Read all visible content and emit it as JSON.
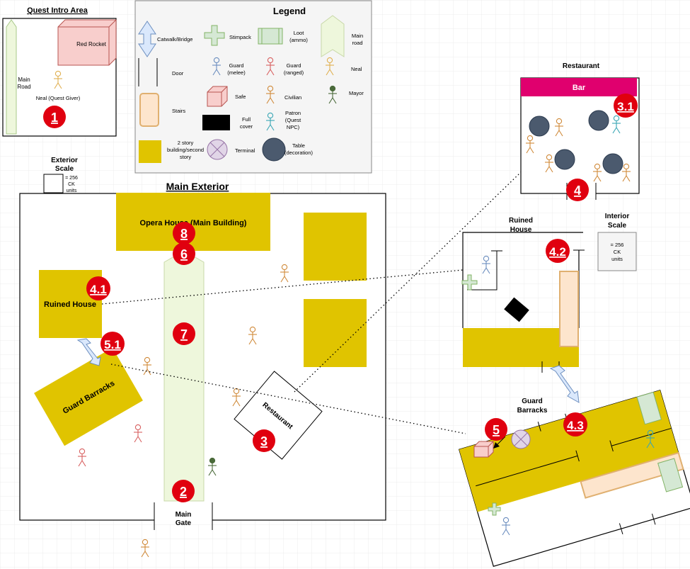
{
  "intro": {
    "title": "Quest Intro Area",
    "red_rocket": "Red Rocket",
    "main_road_1": "Main",
    "main_road_2": "Road",
    "neal": "Neal (Quest Giver)"
  },
  "legend": {
    "title": "Legend",
    "catwalk": "Catwalk/Bridge",
    "stimpack": "Stimpack",
    "loot_1": "Loot",
    "loot_2": "(ammo)",
    "main_road_1": "Main",
    "main_road_2": "road",
    "door": "Door",
    "guard_melee_1": "Guard",
    "guard_melee_2": "(melee)",
    "guard_ranged_1": "Guard",
    "guard_ranged_2": "(ranged)",
    "neal": "Neal",
    "safe": "Safe",
    "civilian": "Civilian",
    "mayor": "Mayor",
    "stairs": "Stairs",
    "full_cover_1": "Full",
    "full_cover_2": "cover",
    "patron_1": "Patron",
    "patron_2": "(Quest",
    "patron_3": "NPC)",
    "building_1": "2 story",
    "building_2": "building/second",
    "building_3": "story",
    "terminal": "Terminal",
    "table_1": "Table",
    "table_2": "(decoration)"
  },
  "exterior_scale": {
    "title_1": "Exterior",
    "title_2": "Scale",
    "val_1": "= 256",
    "val_2": "CK",
    "val_3": "units"
  },
  "main_exterior": {
    "title": "Main Exterior",
    "opera_house": "Opera House (Main Building)",
    "ruined_house": "Ruined House",
    "guard_barracks": "Guard Barracks",
    "restaurant": "Restaurant",
    "main_gate_1": "Main",
    "main_gate_2": "Gate"
  },
  "restaurant_interior": {
    "title": "Restaurant",
    "bar": "Bar"
  },
  "ruined_interior": {
    "title_1": "Ruined",
    "title_2": "House"
  },
  "interior_scale": {
    "title_1": "Interior",
    "title_2": "Scale",
    "val_1": "= 256",
    "val_2": "CK",
    "val_3": "units"
  },
  "barracks_interior": {
    "title_1": "Guard",
    "title_2": "Barracks"
  },
  "markers": {
    "m1": "1",
    "m2": "2",
    "m3": "3",
    "m3_1": "3.1",
    "m4": "4",
    "m4_1": "4.1",
    "m4_2": "4.2",
    "m4_3": "4.3",
    "m5": "5",
    "m5_1": "5.1",
    "m6": "6",
    "m7": "7",
    "m8": "8"
  },
  "colors": {
    "building": "#e0c400",
    "marker": "#e0000f",
    "road": "#eef7dc",
    "bar": "#e0006e",
    "table": "#4b5a6e",
    "stairs": "#fde5cd",
    "catwalk": "#dae8fc",
    "civilian": "#d08a3a",
    "guard_melee": "#6c8ebf",
    "guard_ranged": "#d86060",
    "patron": "#3aa7b5",
    "mayor": "#4a6a3a",
    "neal": "#e0b050"
  }
}
